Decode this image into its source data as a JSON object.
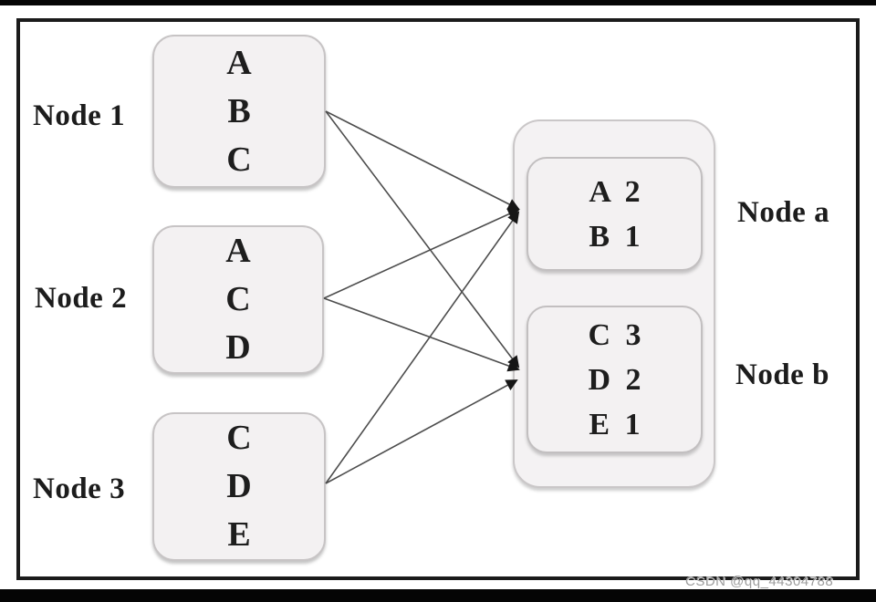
{
  "diagram": {
    "left_nodes": [
      {
        "label": "Node 1",
        "items": [
          "A",
          "B",
          "C"
        ]
      },
      {
        "label": "Node 2",
        "items": [
          "A",
          "C",
          "D"
        ]
      },
      {
        "label": "Node 3",
        "items": [
          "C",
          "D",
          "E"
        ]
      }
    ],
    "right_nodes": [
      {
        "label": "Node a",
        "items": [
          "A 2",
          "B 1"
        ]
      },
      {
        "label": "Node b",
        "items": [
          "C 3",
          "D 2",
          "E 1"
        ]
      }
    ],
    "edges": [
      {
        "from": "Node 1",
        "to": "Node a"
      },
      {
        "from": "Node 1",
        "to": "Node b"
      },
      {
        "from": "Node 2",
        "to": "Node a"
      },
      {
        "from": "Node 2",
        "to": "Node b"
      },
      {
        "from": "Node 3",
        "to": "Node a"
      },
      {
        "from": "Node 3",
        "to": "Node b"
      }
    ],
    "colors": {
      "box_fill": "#f3f1f2",
      "box_border": "#c7c4c5",
      "edge_line": "#4d4d4d",
      "text": "#1c1c1c",
      "frame": "#1b1b1b"
    }
  },
  "watermark": "CSDN @qq_44304788"
}
